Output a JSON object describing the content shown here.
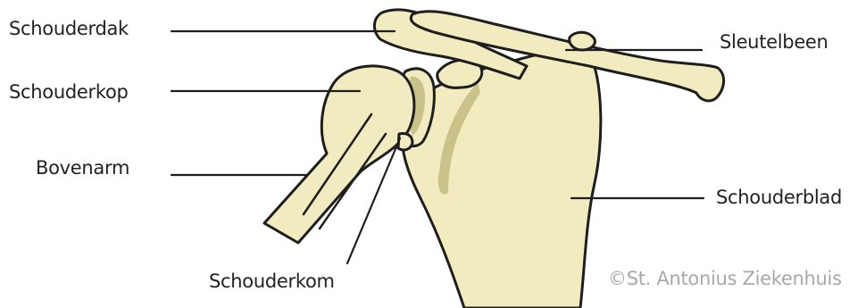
{
  "labels": {
    "schouderdak": "Schouderdak",
    "schouderkop": "Schouderkop",
    "bovenarm": "Bovenarm",
    "schouderkom": "Schouderkom",
    "sleutelbeen": "Sleutelbeen",
    "schouderblad": "Schouderblad"
  },
  "credit": "©St. Antonius Ziekenhuis",
  "colors": {
    "bone_fill": "#f1ebbf",
    "bone_shade": "#c9c28a",
    "outline": "#1e1e1e",
    "credit_text": "#a8a8a8"
  }
}
